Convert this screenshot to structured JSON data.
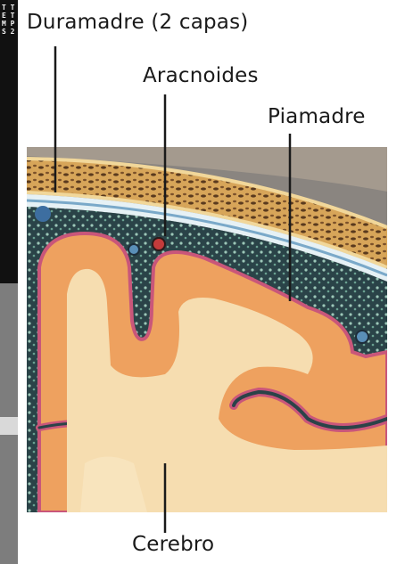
{
  "diagram": {
    "labels": {
      "duramadre": "Duramadre (2 capas)",
      "aracnoides": "Aracnoides",
      "piamadre": "Piamadre",
      "cerebro": "Cerebro"
    },
    "colors": {
      "bone": "#e8c27a",
      "dura_blue": "#7aa9c9",
      "arachnoid_dark": "#1f3338",
      "pia": "#c9567a",
      "gray_matter": "#eea15f",
      "white_matter": "#f6ddb0"
    }
  },
  "side_strip": {
    "text": "T T E T M P S 2"
  }
}
